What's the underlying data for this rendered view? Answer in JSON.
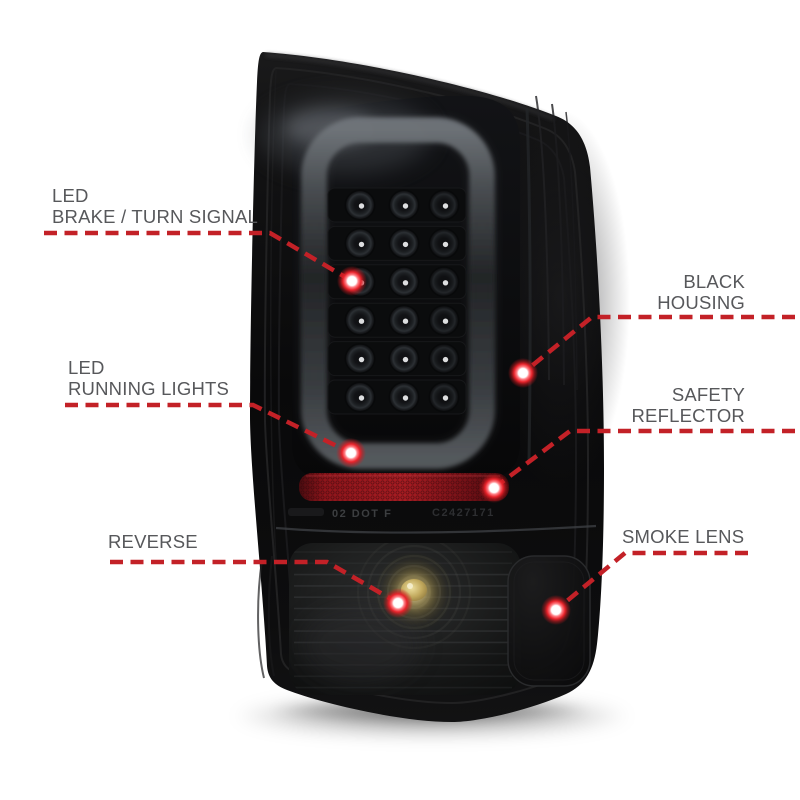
{
  "page": {
    "background": "#ffffff"
  },
  "colors": {
    "callout_line": "#c32127",
    "callout_text": "#57585b",
    "dot_core": "#ffffff",
    "housing_black": "#0a0a0b",
    "reflector_red": "#a81c22",
    "reverse_bulb_glow": "#d8c172"
  },
  "callouts": {
    "led_brake_turn_signal": {
      "line1": "LED",
      "line2": "BRAKE / TURN SIGNAL"
    },
    "black_housing": {
      "line1": "BLACK",
      "line2": "HOUSING"
    },
    "led_running_lights": {
      "line1": "LED",
      "line2": "RUNNING LIGHTS"
    },
    "safety_reflector": {
      "line1": "SAFETY",
      "line2": "REFLECTOR"
    },
    "reverse": {
      "line1": "REVERSE"
    },
    "smoke_lens": {
      "line1": "SMOKE LENS"
    }
  },
  "product_markings": {
    "dot_stamp": "02 DOT F",
    "code_stamp": "C2427171"
  }
}
